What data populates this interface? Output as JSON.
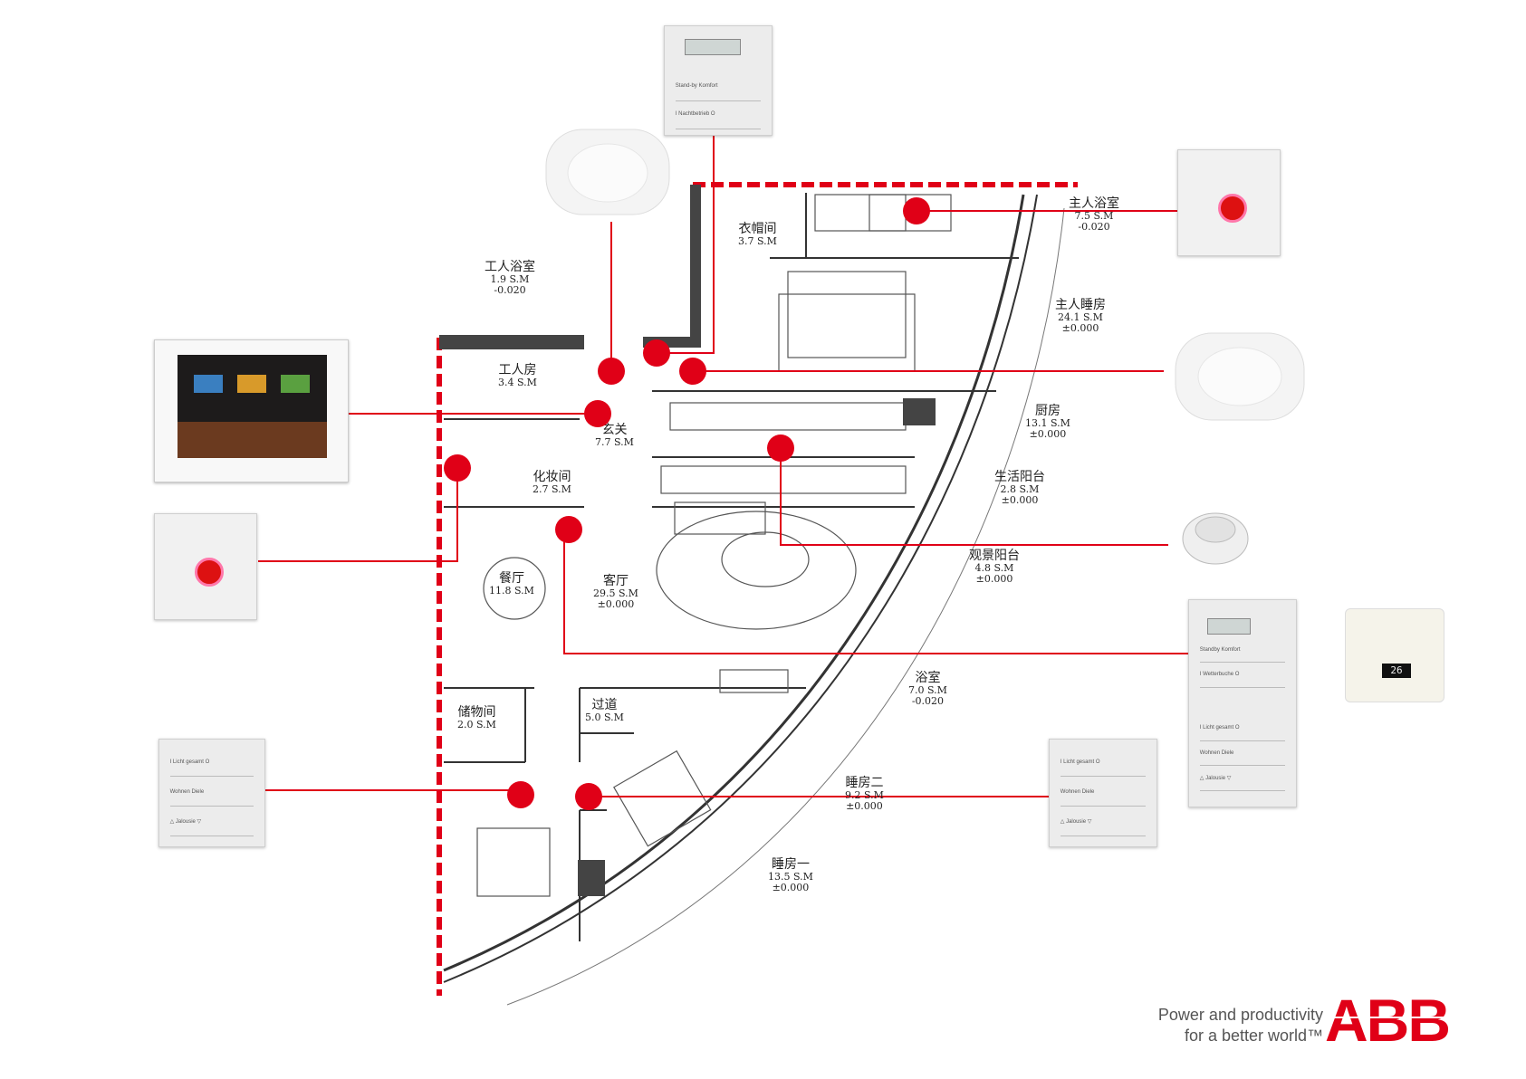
{
  "rooms": [
    {
      "id": "master-bath",
      "name": "主人浴室",
      "area": "7.5 S.M",
      "level": "-0.020"
    },
    {
      "id": "cloakroom",
      "name": "衣帽间",
      "area": "3.7 S.M",
      "level": ""
    },
    {
      "id": "maid-bath",
      "name": "工人浴室",
      "area": "1.9 S.M",
      "level": "-0.020"
    },
    {
      "id": "master-bed",
      "name": "主人睡房",
      "area": "24.1 S.M",
      "level": "±0.000"
    },
    {
      "id": "maid-room",
      "name": "工人房",
      "area": "3.4 S.M",
      "level": ""
    },
    {
      "id": "foyer",
      "name": "玄关",
      "area": "7.7 S.M",
      "level": ""
    },
    {
      "id": "kitchen",
      "name": "厨房",
      "area": "13.1 S.M",
      "level": "±0.000"
    },
    {
      "id": "powder",
      "name": "化妆间",
      "area": "2.7 S.M",
      "level": ""
    },
    {
      "id": "service-balcony",
      "name": "生活阳台",
      "area": "2.8 S.M",
      "level": "±0.000"
    },
    {
      "id": "view-balcony",
      "name": "观景阳台",
      "area": "4.8 S.M",
      "level": "±0.000"
    },
    {
      "id": "dining",
      "name": "餐厅",
      "area": "11.8 S.M",
      "level": ""
    },
    {
      "id": "living",
      "name": "客厅",
      "area": "29.5 S.M",
      "level": "±0.000"
    },
    {
      "id": "bath",
      "name": "浴室",
      "area": "7.0 S.M",
      "level": "-0.020"
    },
    {
      "id": "storage",
      "name": "储物间",
      "area": "2.0 S.M",
      "level": ""
    },
    {
      "id": "corridor",
      "name": "过道",
      "area": "5.0 S.M",
      "level": ""
    },
    {
      "id": "bed2",
      "name": "睡房二",
      "area": "9.2 S.M",
      "level": "±0.000"
    },
    {
      "id": "bed1",
      "name": "睡房一",
      "area": "13.5 S.M",
      "level": "±0.000"
    }
  ],
  "devices": {
    "room_controller_top": {
      "row2": "Stand-by   Komfort",
      "row3": "I   Nachtbetrieb   O"
    },
    "room_controller_right": {
      "row2": "Standby   Komfort",
      "row3": "I   Wetterbuche   O"
    },
    "switch_right_stack": {
      "row1": "I   Licht gesamt   O",
      "row2": "Wohnen   Diele",
      "row3": "△   Jalousie   ▽"
    },
    "switch_left": {
      "row1": "I   Licht gesamt   O",
      "row2": "Wohnen   Diele",
      "row3": "△   Jalousie   ▽"
    },
    "switch_right": {
      "row1": "I   Licht gesamt   O",
      "row2": "Wohnen   Diele",
      "row3": "△   Jalousie   ▽"
    },
    "thermo_display": "26"
  },
  "branding": {
    "slogan_line1": "Power and productivity",
    "slogan_line2": "for a better world™",
    "logo_text": "ABB"
  },
  "colors": {
    "accent": "#e00017",
    "wall": "#333333"
  }
}
